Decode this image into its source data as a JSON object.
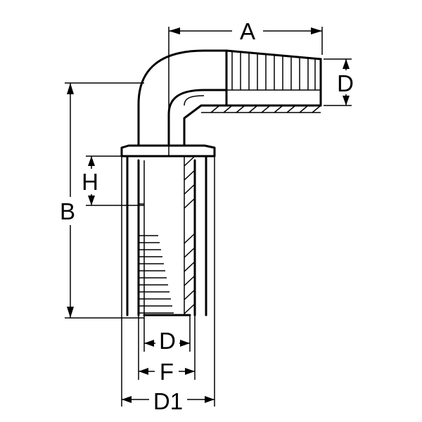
{
  "labels": {
    "A": "A",
    "B": "B",
    "H": "H",
    "D_right": "D",
    "D_bottom": "D",
    "F": "F",
    "D1": "D1"
  }
}
